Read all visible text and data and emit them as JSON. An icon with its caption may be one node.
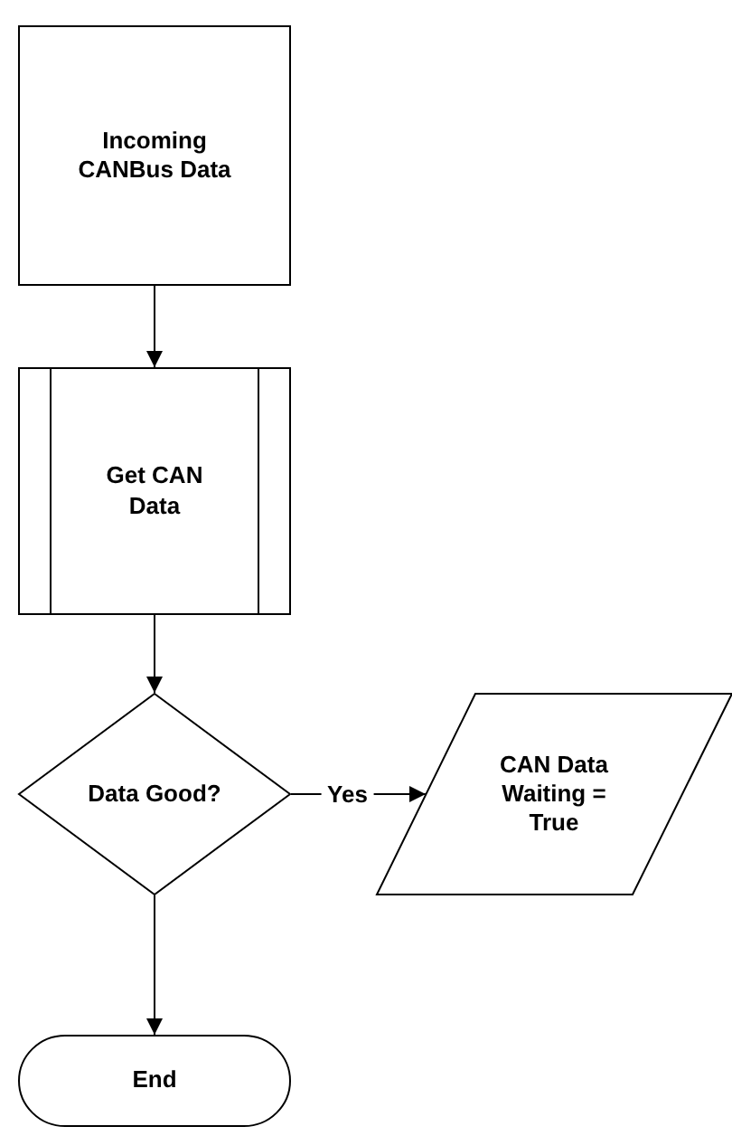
{
  "diagram": {
    "nodes": [
      {
        "text": [
          "Incoming CANBus Data"
        ]
      },
      {
        "text": [
          "Get CAN Data"
        ]
      },
      {
        "text": [
          "Data Good?"
        ]
      },
      {
        "text": [
          "CAN Data Waiting = True"
        ]
      },
      {
        "text": [
          "End"
        ]
      }
    ],
    "edges": [
      {
        "from": 0,
        "to": 1,
        "arrow": "to"
      },
      {
        "from": 1,
        "to": 2,
        "arrow": "to"
      },
      {
        "from": 2,
        "to": 3,
        "arrow": "to",
        "label": "Yes"
      },
      {
        "from": 2,
        "to": 4,
        "arrow": "to"
      }
    ]
  }
}
